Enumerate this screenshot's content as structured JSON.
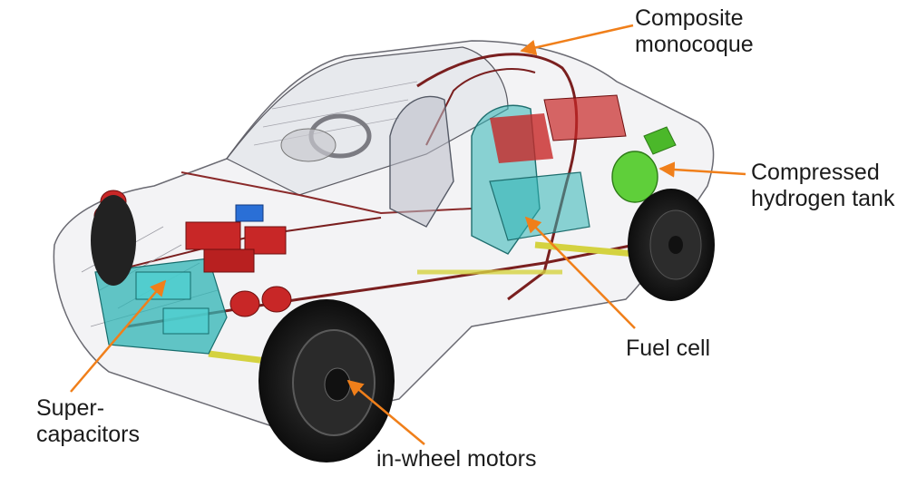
{
  "colors": {
    "arrow": "#f07f1a",
    "label_text": "#1b1b1b",
    "frame": "#7a1f1f",
    "red_component": "#c82727",
    "cyan_component": "#2fb4b4",
    "green_tank": "#5fcf3a",
    "yellow_axle": "#d4d240",
    "tire": "#1a1a1a"
  },
  "labels": {
    "monocoque": [
      "Composite",
      "monocoque"
    ],
    "hydrogen_tank": [
      "Compressed",
      "hydrogen tank"
    ],
    "fuel_cell": [
      "Fuel cell"
    ],
    "supercapacitors": [
      "Super-",
      "capacitors"
    ],
    "in_wheel_motors": [
      "in-wheel motors"
    ]
  }
}
